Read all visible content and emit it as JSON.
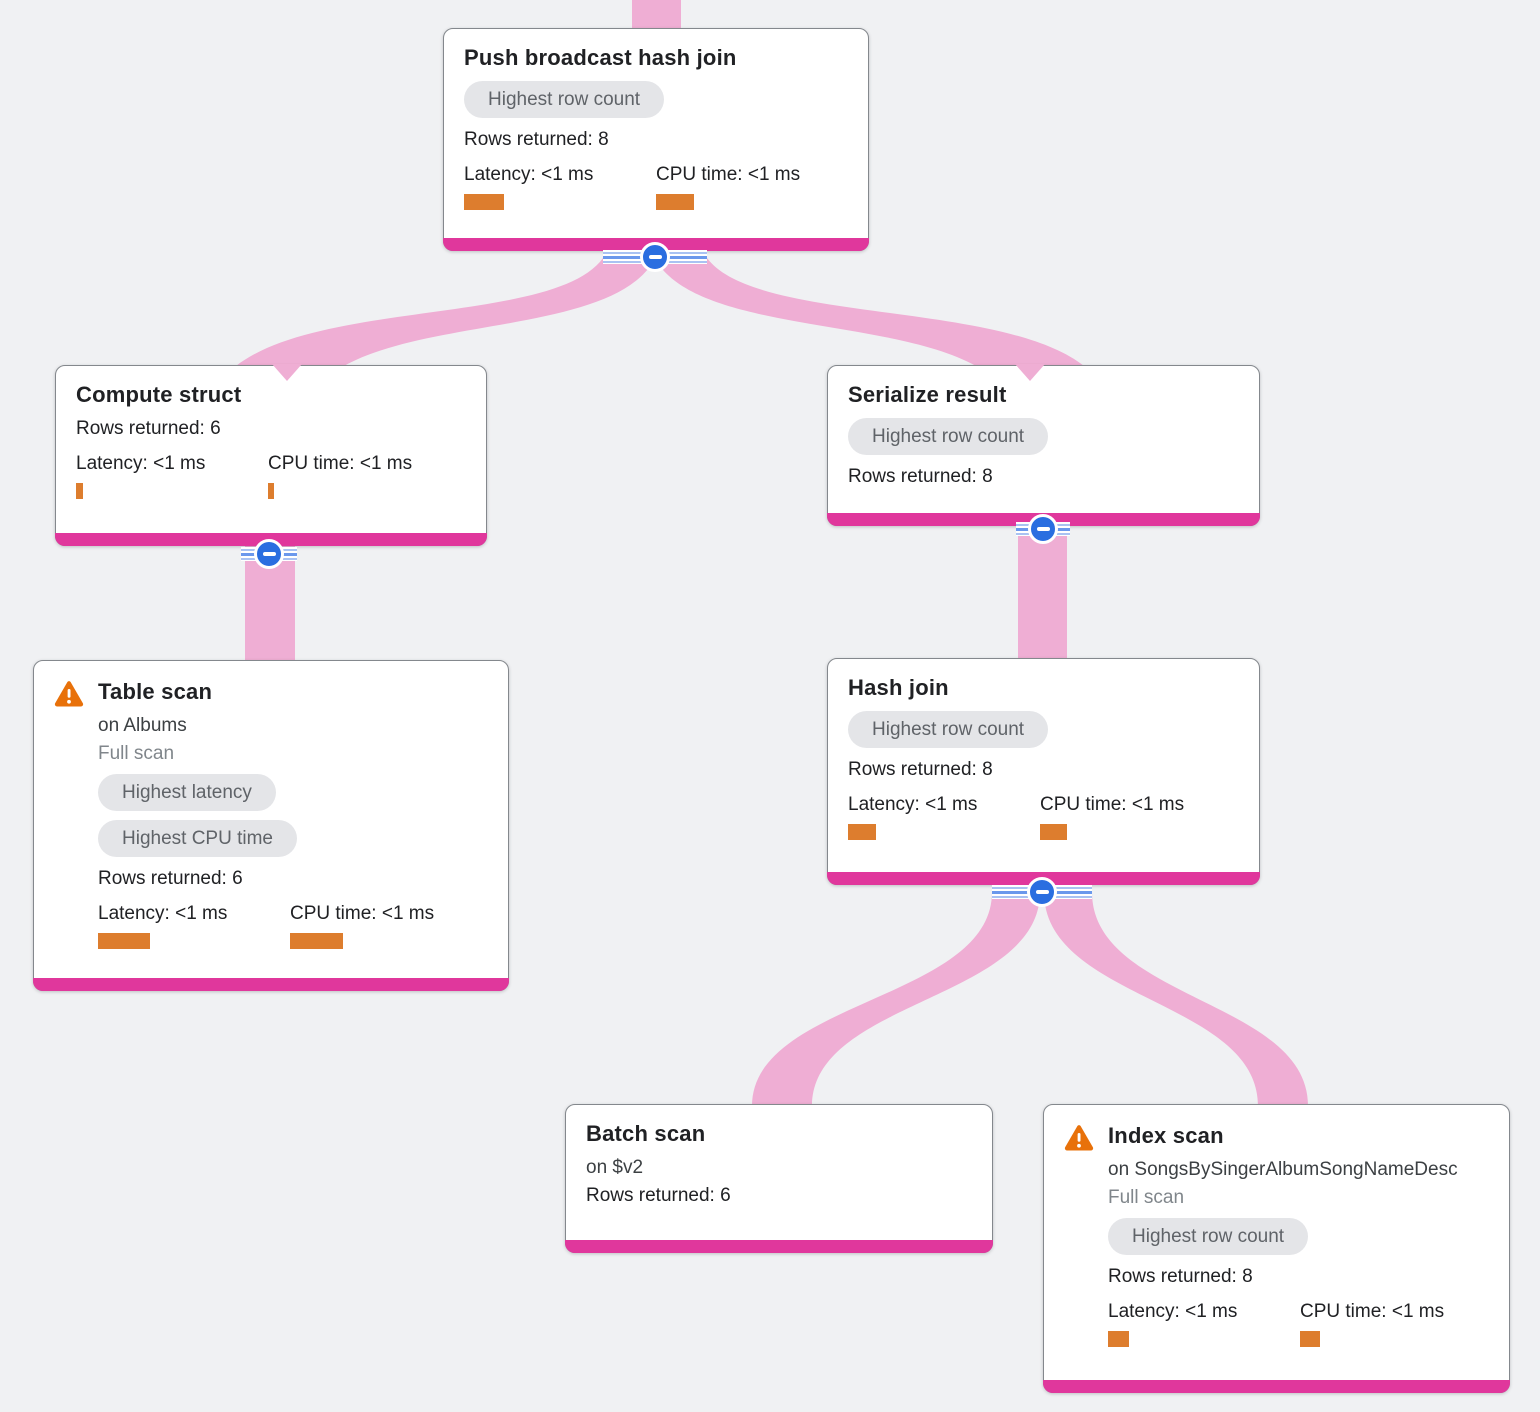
{
  "colors": {
    "bg": "#f0f1f3",
    "footer": "#e0379c",
    "edge": "#efaed4",
    "bar": "#dd7d2e",
    "badge_bg": "#e4e5e8",
    "badge_text": "#5f6368",
    "warning": "#e8710a",
    "blue": "#2a6ee0"
  },
  "nodes": [
    {
      "title": "Push broadcast hash join",
      "badges": [
        "Highest row count"
      ],
      "rows_returned": "Rows returned: 8",
      "metrics": [
        {
          "label": "Latency: <1 ms",
          "bar": 40
        },
        {
          "label": "CPU time: <1 ms",
          "bar": 38
        }
      ]
    },
    {
      "title": "Compute struct",
      "rows_returned": "Rows returned: 6",
      "metrics": [
        {
          "label": "Latency: <1 ms",
          "bar": 7
        },
        {
          "label": "CPU time: <1 ms",
          "bar": 6
        }
      ]
    },
    {
      "title": "Serialize result",
      "badges": [
        "Highest row count"
      ],
      "rows_returned": "Rows returned: 8"
    },
    {
      "title": "Table scan",
      "on": "on Albums",
      "scan_type": "Full scan",
      "badges": [
        "Highest latency",
        "Highest CPU time"
      ],
      "rows_returned": "Rows returned: 6",
      "metrics": [
        {
          "label": "Latency: <1 ms",
          "bar": 52
        },
        {
          "label": "CPU time: <1 ms",
          "bar": 53
        }
      ]
    },
    {
      "title": "Hash join",
      "badges": [
        "Highest row count"
      ],
      "rows_returned": "Rows returned: 8",
      "metrics": [
        {
          "label": "Latency: <1 ms",
          "bar": 28
        },
        {
          "label": "CPU time: <1 ms",
          "bar": 27
        }
      ]
    },
    {
      "title": "Batch scan",
      "on": "on $v2",
      "rows_returned": "Rows returned: 6"
    },
    {
      "title": "Index scan",
      "on": "on SongsBySingerAlbumSongNameDesc",
      "scan_type": "Full scan",
      "badges": [
        "Highest row count"
      ],
      "rows_returned": "Rows returned: 8",
      "metrics": [
        {
          "label": "Latency: <1 ms",
          "bar": 21
        },
        {
          "label": "CPU time: <1 ms",
          "bar": 20
        }
      ]
    }
  ]
}
